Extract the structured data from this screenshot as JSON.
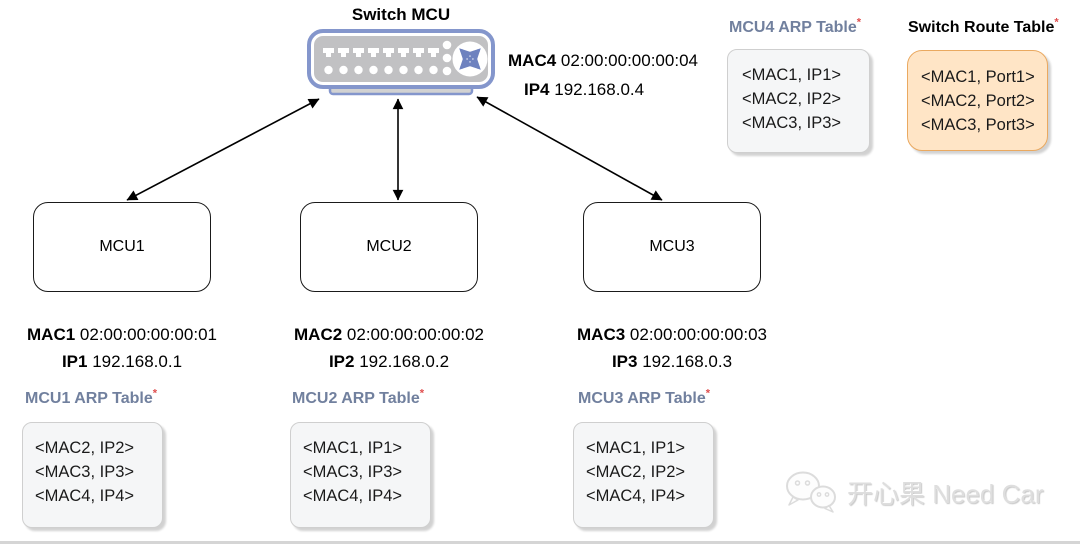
{
  "colors": {
    "arp_title": "#71809e",
    "footnote_asterisk": "#e04f4f",
    "gray_box_fill": "#f5f6f7",
    "gray_box_border": "#cfcfcf",
    "orange_box_fill": "#ffe5c6",
    "orange_box_border": "#eaa960",
    "switch_border": "#8496cc",
    "switch_body": "#c1c1c3",
    "arrow": "#000000",
    "watermark": "#dedede"
  },
  "switch": {
    "title": "Switch MCU",
    "mac_label": "MAC4",
    "mac_value": "02:00:00:00:00:04",
    "ip_label": "IP4",
    "ip_value": "192.168.0.4",
    "arp_table": {
      "title": "MCU4 ARP Table",
      "footnote": "*",
      "entries": [
        "<MAC1, IP1>",
        "<MAC2, IP2>",
        "<MAC3, IP3>"
      ]
    },
    "route_table": {
      "title": "Switch Route Table",
      "footnote": "*",
      "entries": [
        "<MAC1, Port1>",
        "<MAC2, Port2>",
        "<MAC3, Port3>"
      ]
    }
  },
  "mcus": [
    {
      "label": "MCU1",
      "mac_label": "MAC1",
      "mac_value": "02:00:00:00:00:01",
      "ip_label": "IP1",
      "ip_value": "192.168.0.1",
      "arp_table": {
        "title": "MCU1 ARP Table",
        "footnote": "*",
        "entries": [
          "<MAC2, IP2>",
          "<MAC3, IP3>",
          "<MAC4, IP4>"
        ]
      }
    },
    {
      "label": "MCU2",
      "mac_label": "MAC2",
      "mac_value": "02:00:00:00:00:02",
      "ip_label": "IP2",
      "ip_value": "192.168.0.2",
      "arp_table": {
        "title": "MCU2 ARP Table",
        "footnote": "*",
        "entries": [
          "<MAC1, IP1>",
          "<MAC3, IP3>",
          "<MAC4, IP4>"
        ]
      }
    },
    {
      "label": "MCU3",
      "mac_label": "MAC3",
      "mac_value": "02:00:00:00:00:03",
      "ip_label": "IP3",
      "ip_value": "192.168.0.3",
      "arp_table": {
        "title": "MCU3 ARP Table",
        "footnote": "*",
        "entries": [
          "<MAC1, IP1>",
          "<MAC2, IP2>",
          "<MAC4, IP4>"
        ]
      }
    }
  ],
  "watermark": {
    "icon": "wechat-icon",
    "text": "开心果 Need Car"
  }
}
